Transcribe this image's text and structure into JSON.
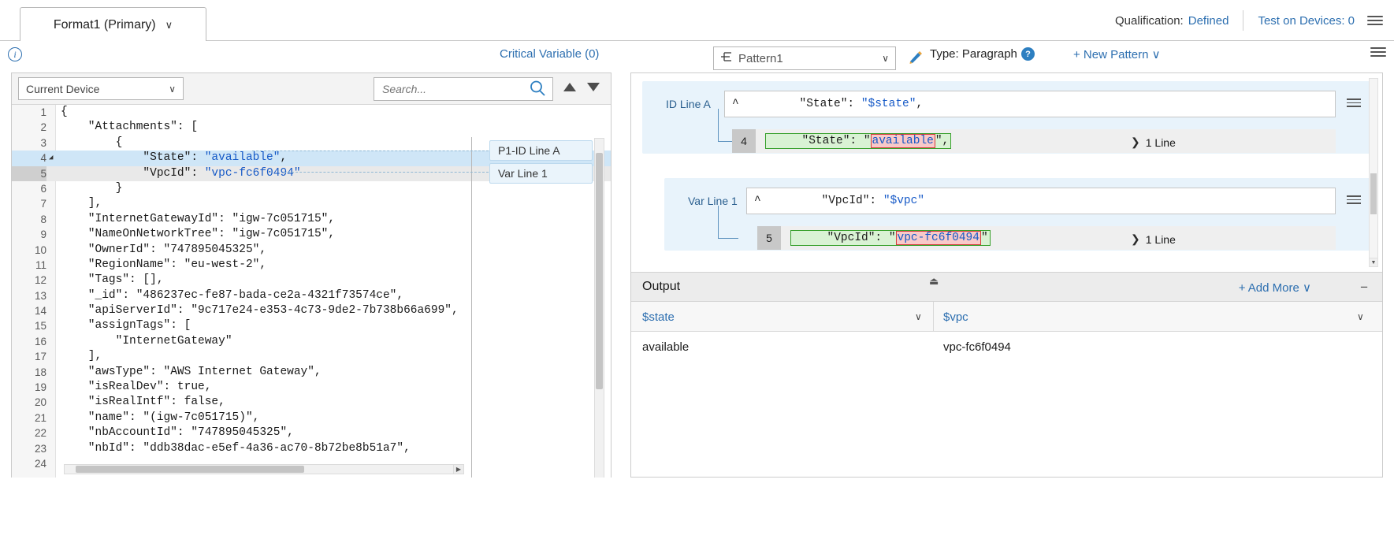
{
  "topbar": {
    "tab_label": "Format1 (Primary)",
    "tab_caret": "∨",
    "qualification_label": "Qualification:",
    "qualification_value": "Defined",
    "test_on_devices": "Test on Devices: 0"
  },
  "row2": {
    "critical_variable": "Critical Variable (0)",
    "pattern_select_value": "Pattern1",
    "pattern_select_chevron": "∨",
    "type_label": "Type: Paragraph",
    "help_glyph": "?",
    "new_pattern": "+ New Pattern",
    "new_pattern_caret": "∨"
  },
  "left_pane": {
    "device_select_value": "Current Device",
    "device_select_chevron": "∨",
    "search_placeholder": "Search...",
    "code_lines": [
      {
        "n": "1",
        "text": "{"
      },
      {
        "n": "2",
        "text": "    \"Attachments\": ["
      },
      {
        "n": "3",
        "text": "        {"
      },
      {
        "n": "4",
        "text": "            \"State\": \"available\","
      },
      {
        "n": "5",
        "text": "            \"VpcId\": \"vpc-fc6f0494\""
      },
      {
        "n": "6",
        "text": "        }"
      },
      {
        "n": "7",
        "text": "    ],"
      },
      {
        "n": "8",
        "text": "    \"InternetGatewayId\": \"igw-7c051715\","
      },
      {
        "n": "9",
        "text": "    \"NameOnNetworkTree\": \"igw-7c051715\","
      },
      {
        "n": "10",
        "text": "    \"OwnerId\": \"747895045325\","
      },
      {
        "n": "11",
        "text": "    \"RegionName\": \"eu-west-2\","
      },
      {
        "n": "12",
        "text": "    \"Tags\": [],"
      },
      {
        "n": "13",
        "text": "    \"_id\": \"486237ec-fe87-bada-ce2a-4321f73574ce\","
      },
      {
        "n": "14",
        "text": "    \"apiServerId\": \"9c717e24-e353-4c73-9de2-7b738b66a699\","
      },
      {
        "n": "15",
        "text": "    \"assignTags\": ["
      },
      {
        "n": "16",
        "text": "        \"InternetGateway\""
      },
      {
        "n": "17",
        "text": "    ],"
      },
      {
        "n": "18",
        "text": "    \"awsType\": \"AWS Internet Gateway\","
      },
      {
        "n": "19",
        "text": "    \"isRealDev\": true,"
      },
      {
        "n": "20",
        "text": "    \"isRealIntf\": false,"
      },
      {
        "n": "21",
        "text": "    \"name\": \"(igw-7c051715)\","
      },
      {
        "n": "22",
        "text": "    \"nbAccountId\": \"747895045325\","
      },
      {
        "n": "23",
        "text": "    \"nbId\": \"ddb38dac-e5ef-4a36-ac70-8b72be8b51a7\","
      },
      {
        "n": "24",
        "text": ""
      }
    ],
    "line4_prefix": "            \"State\": ",
    "line4_value": "\"available\"",
    "line4_suffix": ",",
    "line5_prefix": "            \"VpcId\": ",
    "line5_value": "\"vpc-fc6f0494\"",
    "callouts": [
      {
        "label": "P1-ID Line A"
      },
      {
        "label": "Var Line 1"
      }
    ]
  },
  "right_pane": {
    "patterns": [
      {
        "label": "ID Line A",
        "caret": "^",
        "expr_prefix": "    \"State\": ",
        "expr_var": "\"$state\"",
        "expr_suffix": ",",
        "line_number": "4",
        "match_prefix": "     \"State\": \"",
        "match_value": "available",
        "match_suffix": "\",",
        "line_count": "1 Line",
        "chevron": "❯"
      },
      {
        "label": "Var Line 1",
        "caret": "^",
        "expr_prefix": "    \"VpcId\": ",
        "expr_var": "\"$vpc\"",
        "expr_suffix": "",
        "line_number": "5",
        "match_prefix": "     \"VpcId\": \"",
        "match_value": "vpc-fc6f0494",
        "match_suffix": "\"",
        "line_count": "1 Line",
        "chevron": "❯"
      }
    ],
    "output": {
      "title": "Output",
      "add_more": "+ Add More",
      "add_more_caret": "∨",
      "minimize": "−",
      "eject_icon": "⏏",
      "columns": [
        {
          "name": "$state",
          "chevron": "∨"
        },
        {
          "name": "$vpc",
          "chevron": "∨"
        }
      ],
      "rows": [
        {
          "state": "available",
          "vpc": "vpc-fc6f0494"
        }
      ]
    }
  },
  "colors": {
    "accent_blue": "#2d6fb0",
    "highlight_blue": "#cfe6f7",
    "panel_blue": "#e8f3fb",
    "match_green": "#37a02b",
    "match_red": "#d63c3c",
    "string_blue": "#1559c7"
  }
}
